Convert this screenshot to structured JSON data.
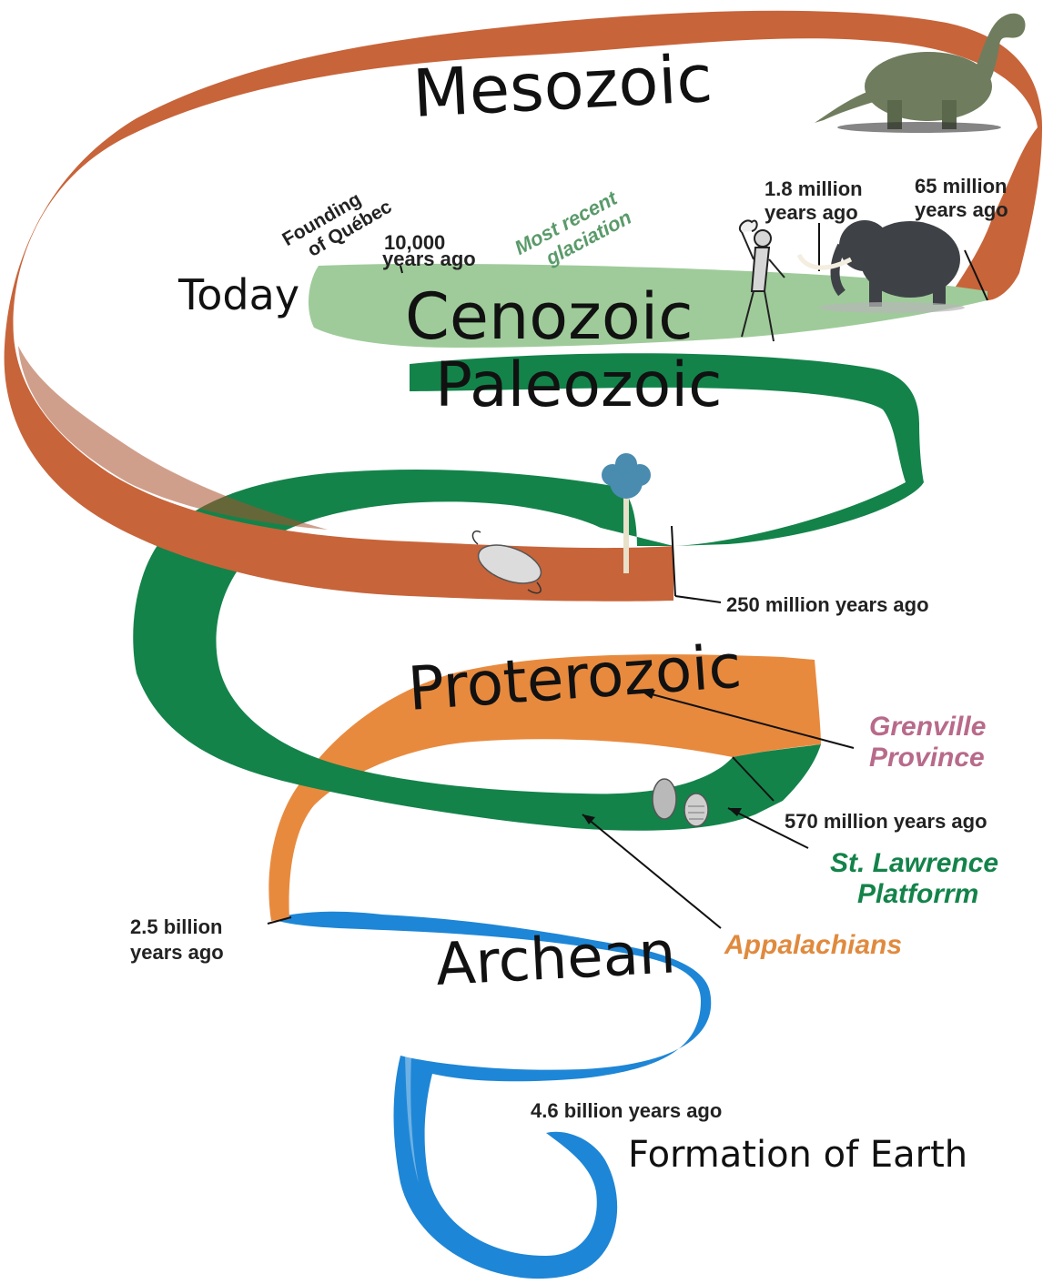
{
  "eras": {
    "mesozoic": "Mesozoic",
    "cenozoic": "Cenozoic",
    "paleozoic": "Paleozoic",
    "proterozoic": "Proterozoic",
    "archean": "Archean"
  },
  "labels": {
    "today": "Today",
    "formation": "Formation of Earth",
    "founding_line1": "Founding",
    "founding_line2": "of Québec",
    "ten_thousand_line1": "10,000",
    "ten_thousand_line2": "years ago",
    "glaciation_line1": "Most recent",
    "glaciation_line2": "glaciation",
    "m18_line1": "1.8 million",
    "m18_line2": "years ago",
    "m65_line1": "65 million",
    "m65_line2": "years ago",
    "m250": "250 million years ago",
    "m570": "570 million years ago",
    "b25_line1": "2.5 billion",
    "b25_line2": "years ago",
    "b46": "4.6 billion years ago"
  },
  "regions": {
    "grenville_line1": "Grenville",
    "grenville_line2": "Province",
    "stlawrence_line1": "St. Lawrence",
    "stlawrence_line2": "Platforrm",
    "appalachians": "Appalachians"
  },
  "icons": [
    "dinosaur-icon",
    "mammoth-icon",
    "early-human-icon",
    "tree-icon",
    "trilobite-icon",
    "shell-fossil-icon"
  ],
  "colors": {
    "mesozoic": "#c8643a",
    "cenozoic": "#9fcb9a",
    "paleozoic": "#13834a",
    "proterozoic": "#e88a3e",
    "archean": "#1e86d6",
    "grenville": "#b86a8a",
    "stlawrence": "#13834a",
    "appalachians": "#e08a3e",
    "glaciation": "#5a9a6a"
  }
}
